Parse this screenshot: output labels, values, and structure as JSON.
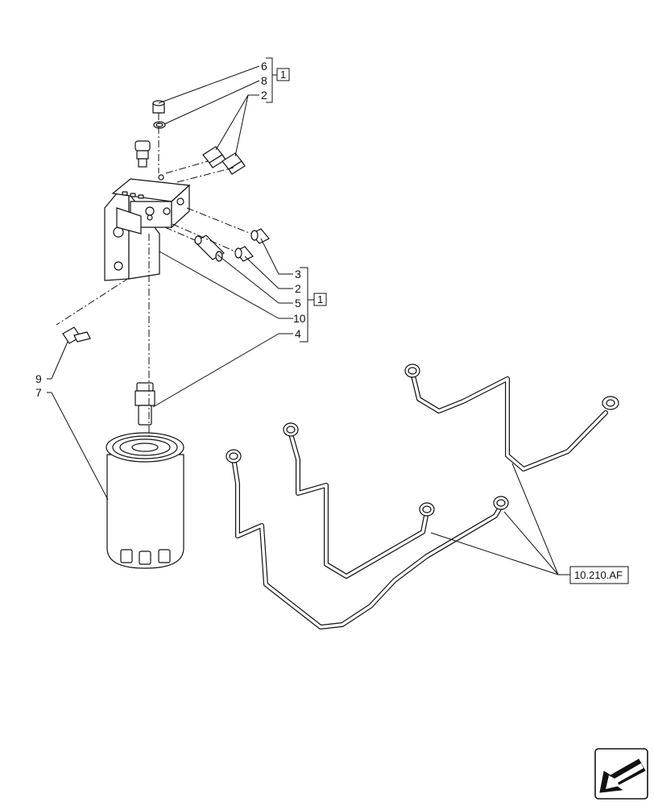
{
  "callouts": {
    "c6": "6",
    "c8": "8",
    "c2a": "2",
    "c3": "3",
    "c2b": "2",
    "c5": "5",
    "c10": "10",
    "c4": "4",
    "c9": "9",
    "c7": "7"
  },
  "kit_refs": {
    "upper": "1",
    "lower": "1"
  },
  "section_ref": "10.210.AF",
  "nav_icon": "arrow-icon"
}
